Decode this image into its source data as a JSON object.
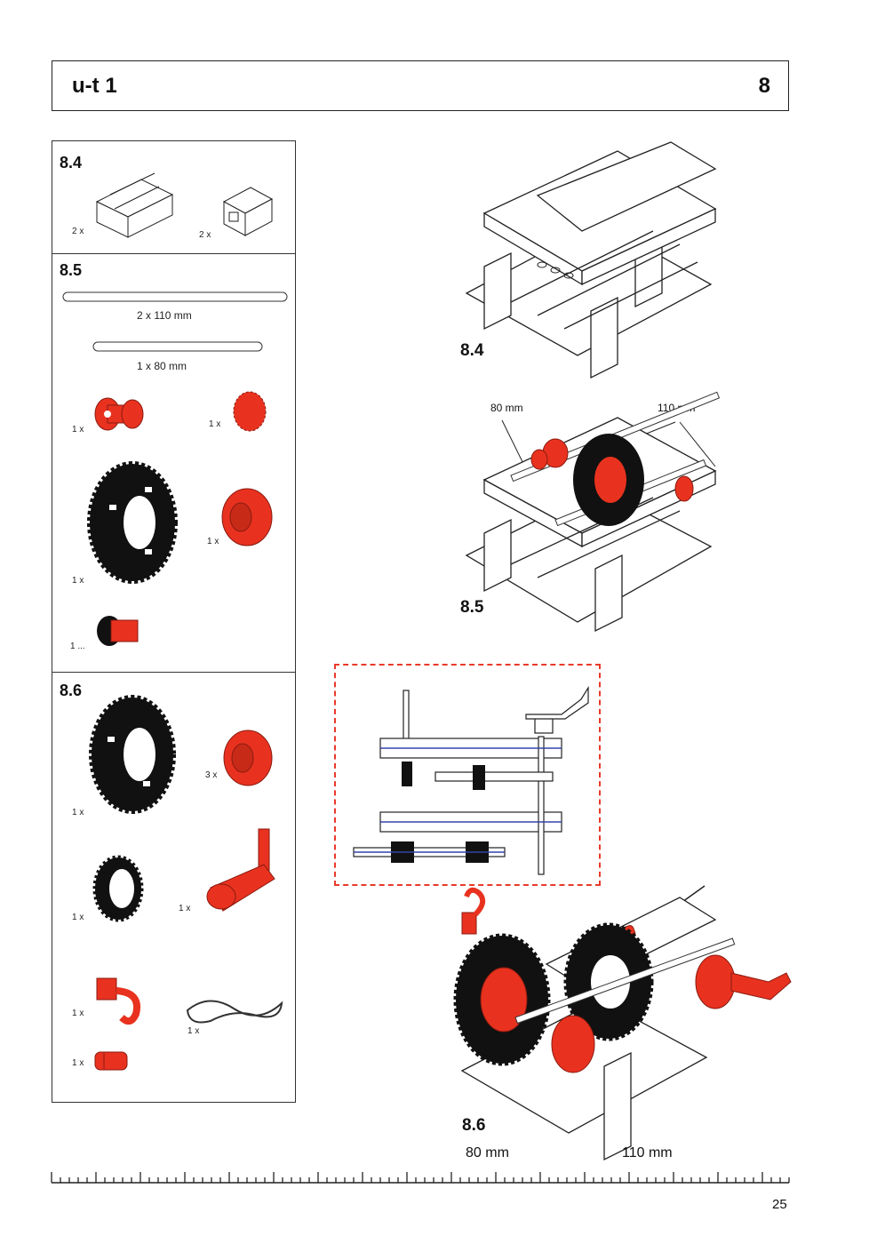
{
  "header": {
    "title": "u-t 1",
    "chapter": "8"
  },
  "panel_84": {
    "step": "8.4",
    "qty_a": "2 x",
    "qty_b": "2 x"
  },
  "panel_85": {
    "step": "8.5",
    "axle1": "2 x   110 mm",
    "axle2": "1 x   80 mm",
    "qty_hub": "1 x",
    "qty_gear_small": "1 x",
    "qty_big_gear": "1 x",
    "qty_cap": "1 x",
    "qty_pinion": "1 ..."
  },
  "panel_86": {
    "step": "8.6",
    "qty_big_gear": "1 x",
    "qty_caps": "3 x",
    "qty_ring": "1 x",
    "qty_crank": "1 x",
    "qty_hook": "1 x",
    "qty_band": "1 x",
    "qty_clip": "1 x"
  },
  "fig_84": {
    "label": "8.4"
  },
  "fig_85": {
    "label": "8.5",
    "left_mm": "80 mm",
    "right_mm": "110 mm"
  },
  "fig_86": {
    "label": "8.6",
    "left_mm": "80 mm",
    "right_mm": "110 mm"
  },
  "page_number": "25",
  "colors": {
    "accent_red": "#e8321f",
    "dash": "#e83a2a",
    "ink": "#222222",
    "gear": "#111111"
  }
}
